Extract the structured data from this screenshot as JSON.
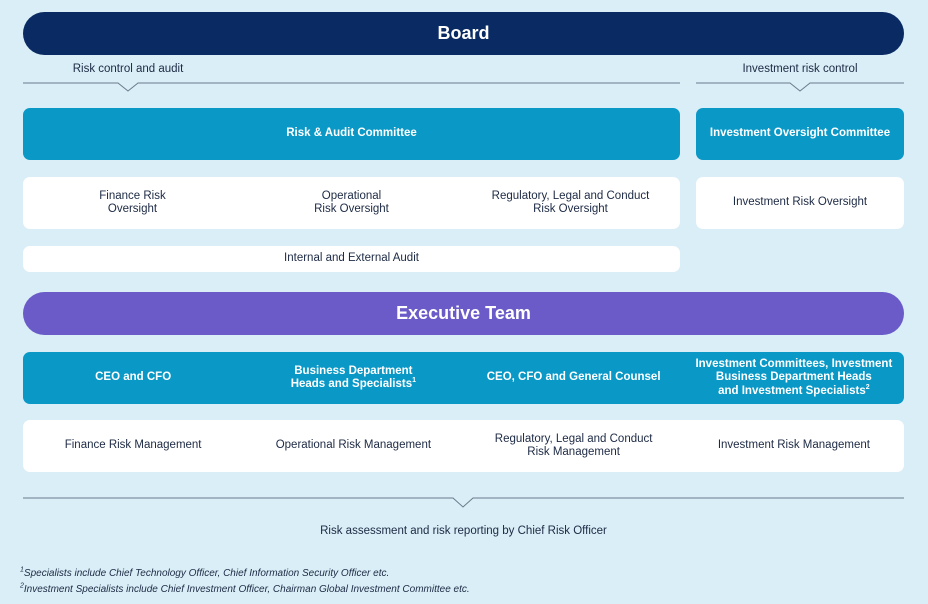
{
  "board": {
    "title": "Board"
  },
  "bracket_left": {
    "label": "Risk control and audit"
  },
  "bracket_right": {
    "label": "Investment risk control"
  },
  "risk_audit_committee": {
    "label": "Risk & Audit Committee"
  },
  "investment_oversight_committee": {
    "label": "Investment Oversight Committee"
  },
  "oversight_row": [
    {
      "line1": "Finance Risk",
      "line2": "Oversight"
    },
    {
      "line1": "Operational",
      "line2": "Risk Oversight"
    },
    {
      "line1": "Regulatory, Legal and Conduct",
      "line2": "Risk Oversight"
    }
  ],
  "investment_risk_oversight": {
    "label": "Investment Risk Oversight"
  },
  "audit": {
    "label": "Internal and External Audit"
  },
  "executive": {
    "title": "Executive Team"
  },
  "owners_row": [
    {
      "line1": "CEO and CFO",
      "line2": "",
      "line3": "",
      "sup": ""
    },
    {
      "line1": "Business Department",
      "line2": "Heads and Specialists",
      "line3": "",
      "sup": "1"
    },
    {
      "line1": "CEO, CFO and General Counsel",
      "line2": "",
      "line3": "",
      "sup": ""
    },
    {
      "line1": "Investment Committees, Investment",
      "line2": "Business Department Heads",
      "line3": "and Investment Specialists",
      "sup": "2"
    }
  ],
  "management_row": [
    {
      "line1": "Finance Risk Management",
      "line2": ""
    },
    {
      "line1": "Operational Risk Management",
      "line2": ""
    },
    {
      "line1": "Regulatory, Legal and Conduct",
      "line2": "Risk Management"
    },
    {
      "line1": "Investment Risk Management",
      "line2": ""
    }
  ],
  "reporting": {
    "label": "Risk assessment and risk reporting by Chief Risk Officer"
  },
  "footnotes": [
    {
      "mark": "1",
      "text": "Specialists include Chief Technology Officer, Chief Information Security Officer etc."
    },
    {
      "mark": "2",
      "text": "Investment Specialists include Chief Investment Officer, Chairman Global Investment Committee etc."
    }
  ],
  "colors": {
    "background": "#d9eef6",
    "board": "#0a2a63",
    "executive": "#6b5bc8",
    "teal": "#0a98c6",
    "box": "#ffffff"
  }
}
